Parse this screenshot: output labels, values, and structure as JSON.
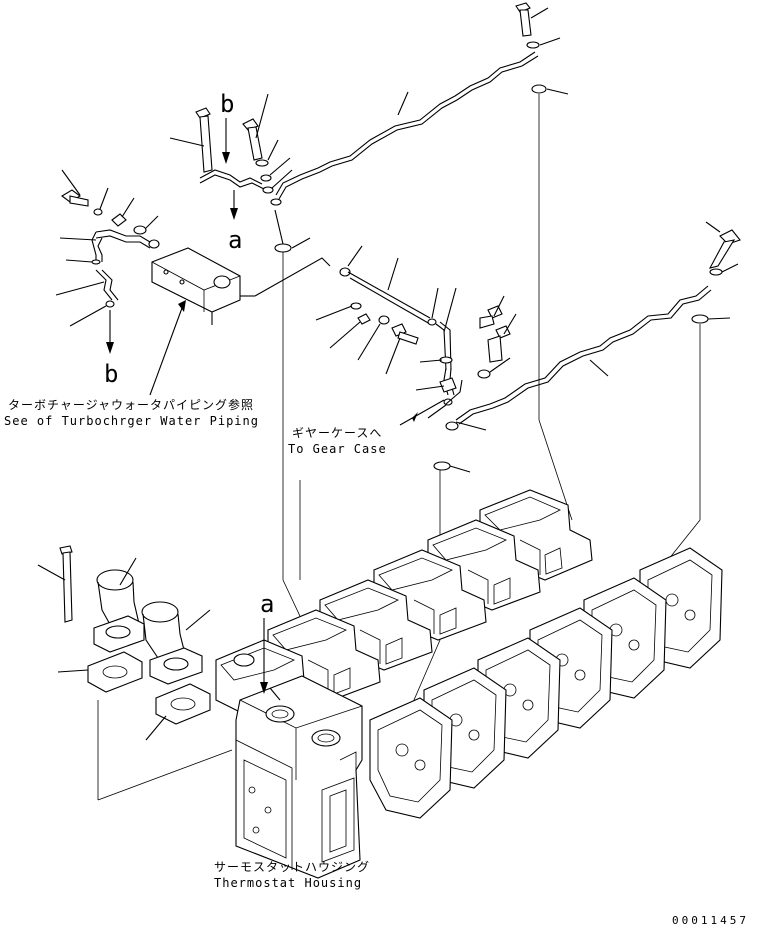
{
  "labels": {
    "turbo_ja": "ターボチャージャウォータパイピング参照",
    "turbo_en": "See of Turbochrger Water Piping",
    "gear_ja": "ギヤーケースへ",
    "gear_en": "To Gear Case",
    "thermo_ja": "サーモスタットハウジング",
    "thermo_en": "Thermostat Housing"
  },
  "ref_letters": {
    "a_top": "a",
    "b_top": "b",
    "b_bottom": "b",
    "a_housing": "a"
  },
  "drawing_code": "00011457"
}
